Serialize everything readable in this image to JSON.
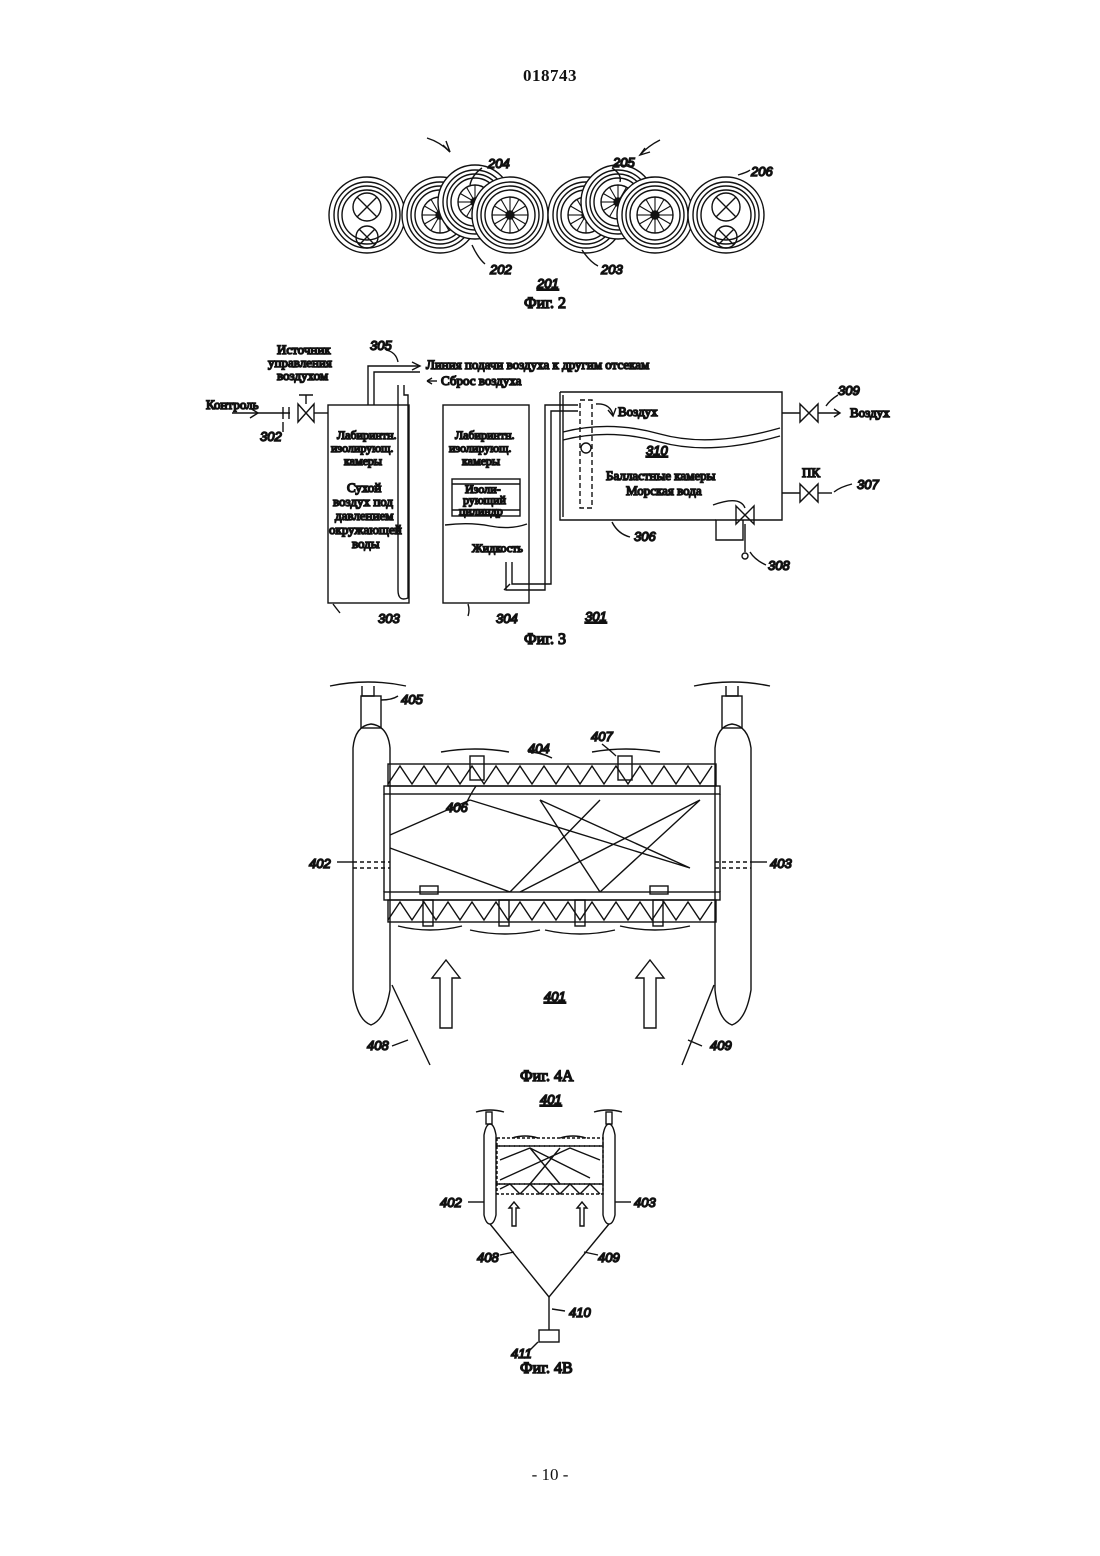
{
  "header": {
    "doc_number": "018743"
  },
  "footer": {
    "page": "- 10 -"
  },
  "fig2": {
    "caption": "Фиг. 2",
    "ref_main": "201",
    "refs": {
      "r202": "202",
      "r203": "203",
      "r204": "204",
      "r205": "205",
      "r206": "206"
    }
  },
  "fig3": {
    "caption": "Фиг. 3",
    "ref_main": "301",
    "refs": {
      "r302": "302",
      "r303": "303",
      "r304": "304",
      "r305": "305",
      "r306": "306",
      "r307": "307",
      "r308": "308",
      "r309": "309",
      "r310": "310"
    },
    "labels": {
      "source_l1": "Источник",
      "source_l2": "управления",
      "source_l3": "воздухом",
      "control": "Контроль",
      "supply_line": "Линия подачи воздуха к другим отсекам",
      "air_release": "Сброс воздуха",
      "tank1_l1": "Лабиринтн.",
      "tank1_l2": "изолирующ.",
      "tank1_l3": "камеры",
      "tank1_l4": "Сухой",
      "tank1_l5": "воздух под",
      "tank1_l6": "давлением",
      "tank1_l7": "окружающей",
      "tank1_l8": "воды",
      "tank2_l1": "Лабиринтн.",
      "tank2_l2": "изолирующ.",
      "tank2_l3": "камеры",
      "cyl_l1": "Изоли-",
      "cyl_l2": "рующий",
      "cyl_l3": "цилиндр",
      "liquid": "Жидкость",
      "air_in_tank": "Воздух",
      "ballast": "Балластные камеры",
      "seawater": "Морская вода",
      "air_out": "Воздух",
      "pk": "ПК"
    }
  },
  "fig4a": {
    "caption": "Фиг. 4А",
    "ref_main": "401",
    "refs": {
      "r402": "402",
      "r403": "403",
      "r404": "404",
      "r405": "405",
      "r406": "406",
      "r407": "407",
      "r408": "408",
      "r409": "409"
    }
  },
  "fig4b": {
    "caption": "Фиг. 4В",
    "ref_main": "401",
    "refs": {
      "r402": "402",
      "r403": "403",
      "r408": "408",
      "r409": "409",
      "r410": "410",
      "r411": "411"
    }
  }
}
